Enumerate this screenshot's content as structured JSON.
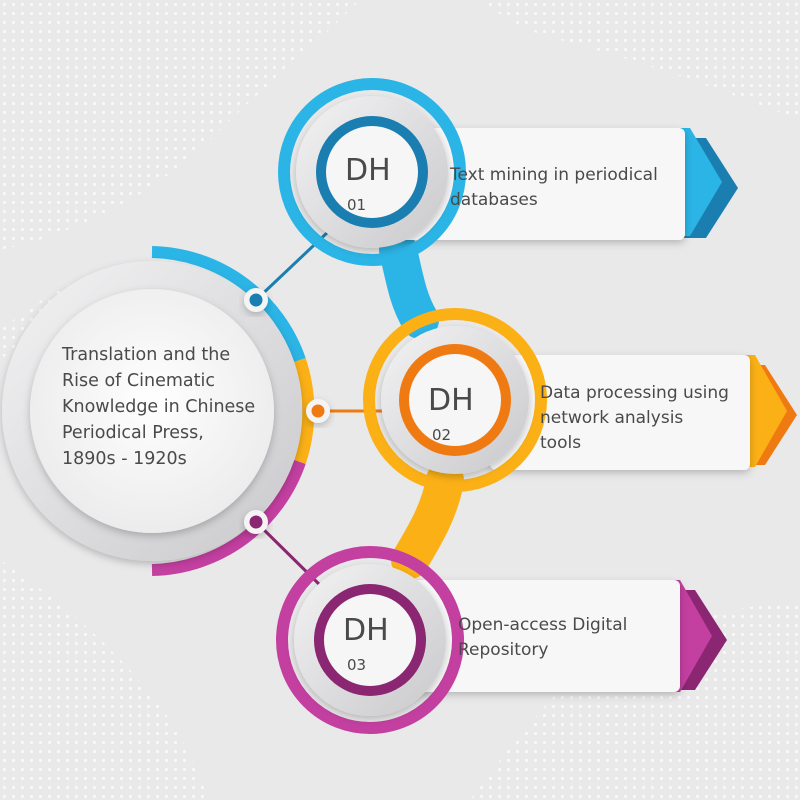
{
  "center": {
    "lines": [
      "Translation and the",
      "Rise of Cinematic",
      "Knowledge in Chinese",
      "Periodical Press,",
      "1890s - 1920s"
    ]
  },
  "steps": [
    {
      "badge": "DH",
      "number": "01",
      "lines": [
        "Text mining in periodical",
        "databases"
      ],
      "color": "#2bb4e6",
      "color_dark": "#1a7fb0"
    },
    {
      "badge": "DH",
      "number": "02",
      "lines": [
        "Data processing using",
        "network analysis",
        "tools"
      ],
      "color": "#fbb016",
      "color_dark": "#f07a12"
    },
    {
      "badge": "DH",
      "number": "03",
      "lines": [
        "Open-access Digital",
        "Repository"
      ],
      "color": "#c33fa0",
      "color_dark": "#8a2672"
    }
  ],
  "colors": {
    "background": "#e9e9ea",
    "text": "#4a4a4a",
    "card": "#f7f7f8"
  }
}
